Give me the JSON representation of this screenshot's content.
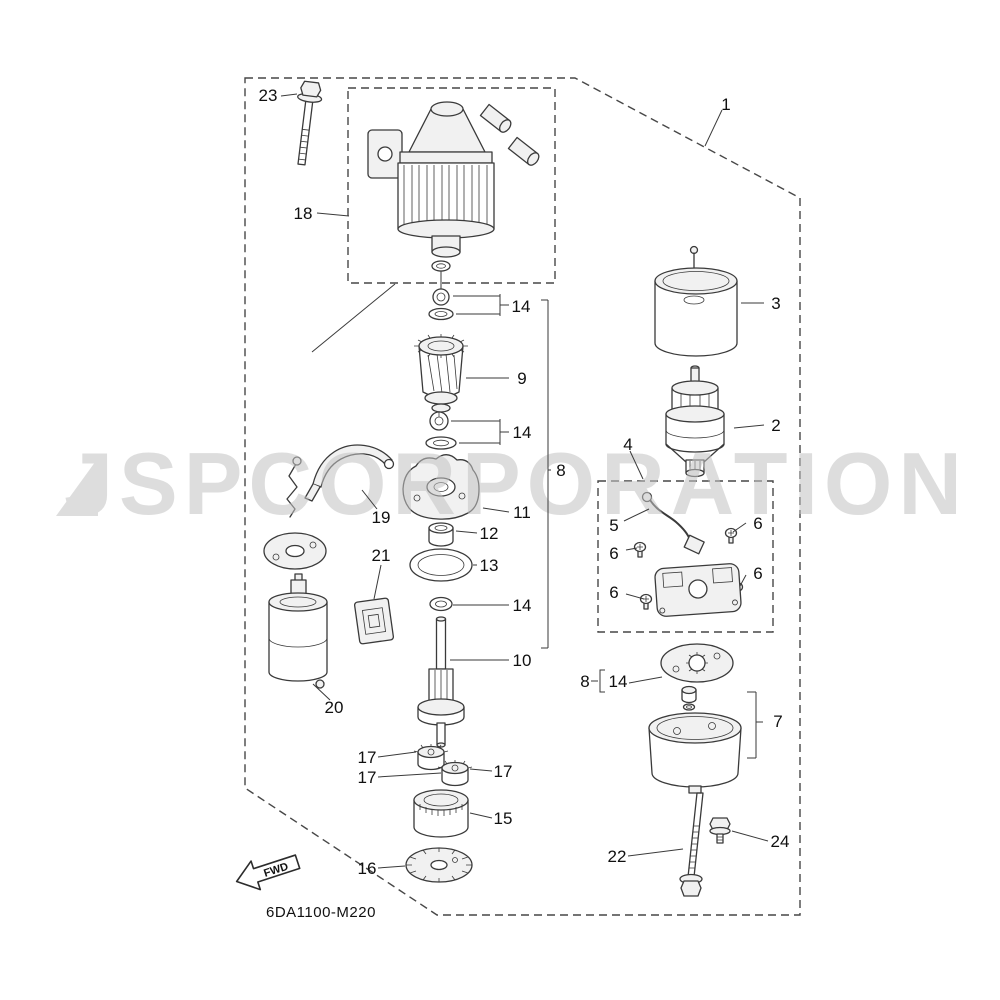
{
  "colors": {
    "line": "#3a3a3a",
    "label": "#101010",
    "watermark": "#c3c3c3",
    "part_fill_light": "#f1f1f1",
    "background": "#ffffff"
  },
  "watermark": {
    "text": "JSPCORPORATION",
    "logo": "jsp-triangle-mark"
  },
  "drawing_code": "6DA1100-M220",
  "direction_arrow": "FWD",
  "callouts": {
    "n23": "23",
    "n1": "1",
    "n18": "18",
    "n14a": "14",
    "n9": "9",
    "n14b": "14",
    "n3": "3",
    "n2": "2",
    "n8": "8",
    "n4": "4",
    "n19": "19",
    "n11": "11",
    "n12": "12",
    "n5": "5",
    "n6a": "6",
    "n6b": "6",
    "n6c": "6",
    "n6d": "6",
    "n13": "13",
    "n21": "21",
    "n14c": "14",
    "n10": "10",
    "n20": "20",
    "n8b": "8",
    "n14d": "14",
    "n7": "7",
    "n17a": "17",
    "n17b": "17",
    "n17c": "17",
    "n15": "15",
    "n16": "16",
    "n24": "24",
    "n22": "22"
  }
}
